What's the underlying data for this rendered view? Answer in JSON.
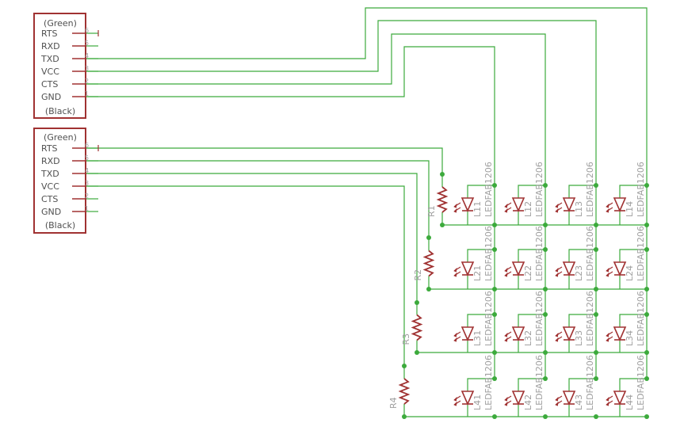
{
  "headers": [
    {
      "top_label": "(Green)",
      "bottom_label": "(Black)",
      "pins": [
        {
          "name": "RTS",
          "num": "6"
        },
        {
          "name": "RXD",
          "num": "5"
        },
        {
          "name": "TXD",
          "num": "4"
        },
        {
          "name": "VCC",
          "num": "3"
        },
        {
          "name": "CTS",
          "num": "2"
        },
        {
          "name": "GND",
          "num": "1"
        }
      ]
    },
    {
      "top_label": "(Green)",
      "bottom_label": "(Black)",
      "pins": [
        {
          "name": "RTS",
          "num": "6"
        },
        {
          "name": "RXD",
          "num": "5"
        },
        {
          "name": "TXD",
          "num": "4"
        },
        {
          "name": "VCC",
          "num": "3"
        },
        {
          "name": "CTS",
          "num": "2"
        },
        {
          "name": "GND",
          "num": "1"
        }
      ]
    }
  ],
  "resistors": [
    "R1",
    "R2",
    "R3",
    "R4"
  ],
  "led_value": "LEDFAB1206",
  "leds": [
    [
      "L11",
      "L12",
      "L13",
      "L14"
    ],
    [
      "L21",
      "L22",
      "L23",
      "L24"
    ],
    [
      "L31",
      "L32",
      "L33",
      "L34"
    ],
    [
      "L41",
      "L42",
      "L43",
      "L44"
    ]
  ],
  "colors": {
    "wire": "#3caa3c",
    "part": "#a03232",
    "label": "#505050",
    "value": "#a0a0a0",
    "background": "#ffffff"
  }
}
